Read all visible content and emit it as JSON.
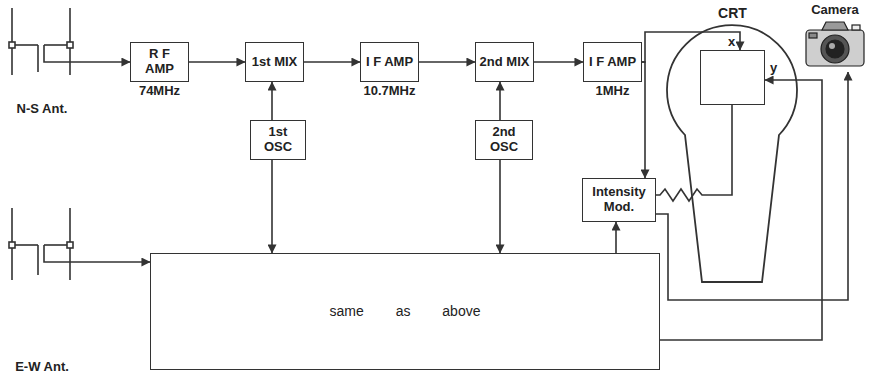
{
  "diagram": {
    "nodes": [
      {
        "text": [
          "N-S Ant."
        ]
      },
      {
        "text": [
          "R F AMP",
          "74MHz"
        ]
      },
      {
        "text": [
          "1st MIX"
        ]
      },
      {
        "text": [
          "I F AMP",
          "10.7MHz"
        ]
      },
      {
        "text": [
          "2nd MIX"
        ]
      },
      {
        "text": [
          "I F AMP",
          "1MHz"
        ]
      },
      {
        "text": [
          "CRT"
        ]
      },
      {
        "text": [
          "Camera"
        ]
      },
      {
        "text": [
          "1st OSC"
        ]
      },
      {
        "text": [
          "2nd OSC"
        ]
      },
      {
        "text": [
          "Intensity Mod."
        ]
      },
      {
        "text": [
          "E-W Ant."
        ]
      },
      {
        "text": [
          "same as above"
        ]
      }
    ],
    "edges": [
      {
        "from": 0,
        "to": 1,
        "arrow": "to"
      },
      {
        "from": 1,
        "to": 2,
        "arrow": "to"
      },
      {
        "from": 2,
        "to": 3,
        "arrow": "to"
      },
      {
        "from": 3,
        "to": 4,
        "arrow": "to"
      },
      {
        "from": 4,
        "to": 5,
        "arrow": "to"
      },
      {
        "from": 8,
        "to": 2,
        "arrow": "to"
      },
      {
        "from": 9,
        "to": 4,
        "arrow": "to"
      },
      {
        "from": 8,
        "to": 12,
        "arrow": "to"
      },
      {
        "from": 9,
        "to": 12,
        "arrow": "to"
      },
      {
        "from": 5,
        "to": 6,
        "arrow": "to"
      },
      {
        "from": 5,
        "to": 10,
        "arrow": "to"
      },
      {
        "from": 11,
        "to": 12,
        "arrow": "to"
      },
      {
        "from": 12,
        "to": 10,
        "arrow": "to"
      },
      {
        "from": 12,
        "to": 6,
        "arrow": "to"
      },
      {
        "from": 10,
        "to": 6,
        "arrow": "none"
      },
      {
        "from": 10,
        "to": 7,
        "arrow": "to"
      }
    ],
    "labels": [
      "x",
      "y"
    ]
  }
}
